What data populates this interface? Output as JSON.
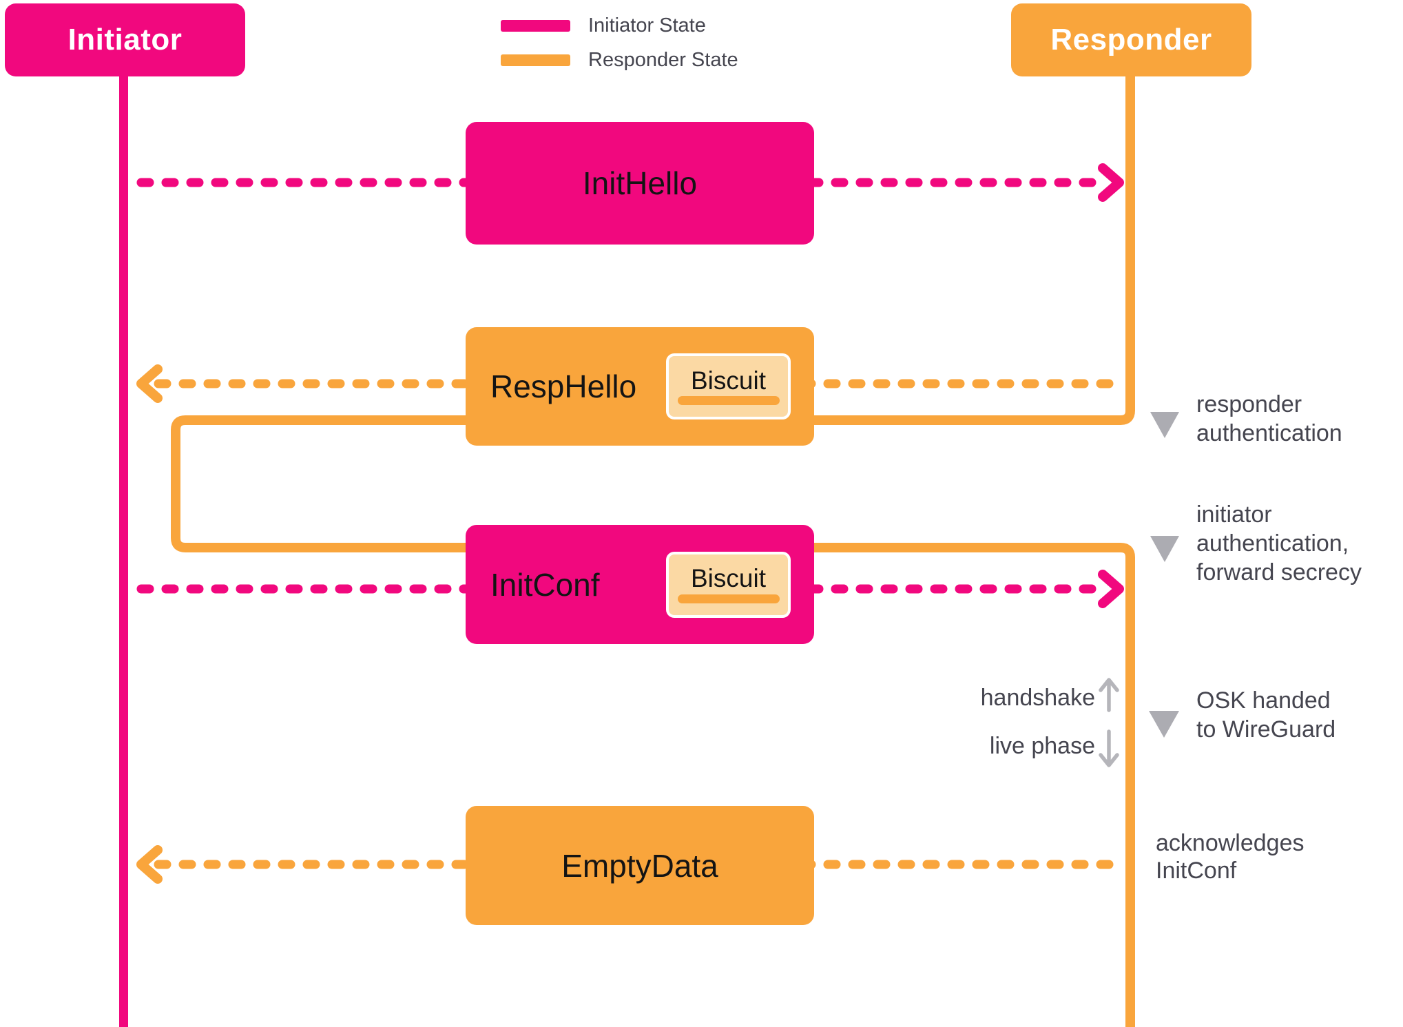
{
  "colors": {
    "initiator": "#F1087E",
    "responder": "#F9A53C",
    "biscuit_fill": "#FBD9A4",
    "biscuit_border": "#FFFFFF",
    "box_label": "#141414",
    "actor_label": "#FFFFFF",
    "annotation_text": "#45454F",
    "triangle": "#ACACB2",
    "grey_arrow": "#B5B5BA",
    "background": "#FFFFFF"
  },
  "actors": {
    "initiator": {
      "label": "Initiator"
    },
    "responder": {
      "label": "Responder"
    }
  },
  "legend": {
    "items": [
      {
        "label": "Initiator State",
        "color": "#F1087E"
      },
      {
        "label": "Responder State",
        "color": "#F9A53C"
      }
    ]
  },
  "messages": [
    {
      "label": "InitHello",
      "from": "initiator",
      "to": "responder",
      "biscuit": false
    },
    {
      "label": "RespHello",
      "from": "responder",
      "to": "initiator",
      "biscuit": true,
      "biscuit_label": "Biscuit"
    },
    {
      "label": "InitConf",
      "from": "initiator",
      "to": "responder",
      "biscuit": true,
      "biscuit_label": "Biscuit"
    },
    {
      "label": "EmptyData",
      "from": "responder",
      "to": "initiator",
      "biscuit": false
    }
  ],
  "annotations": {
    "responder_auth": "responder\nauthentication",
    "initiator_auth": "initiator\nauthentication,\nforward secrecy",
    "osk": "OSK handed\nto WireGuard",
    "acknowledges": "acknowledges\nInitConf",
    "handshake": "handshake",
    "live_phase": "live phase"
  }
}
